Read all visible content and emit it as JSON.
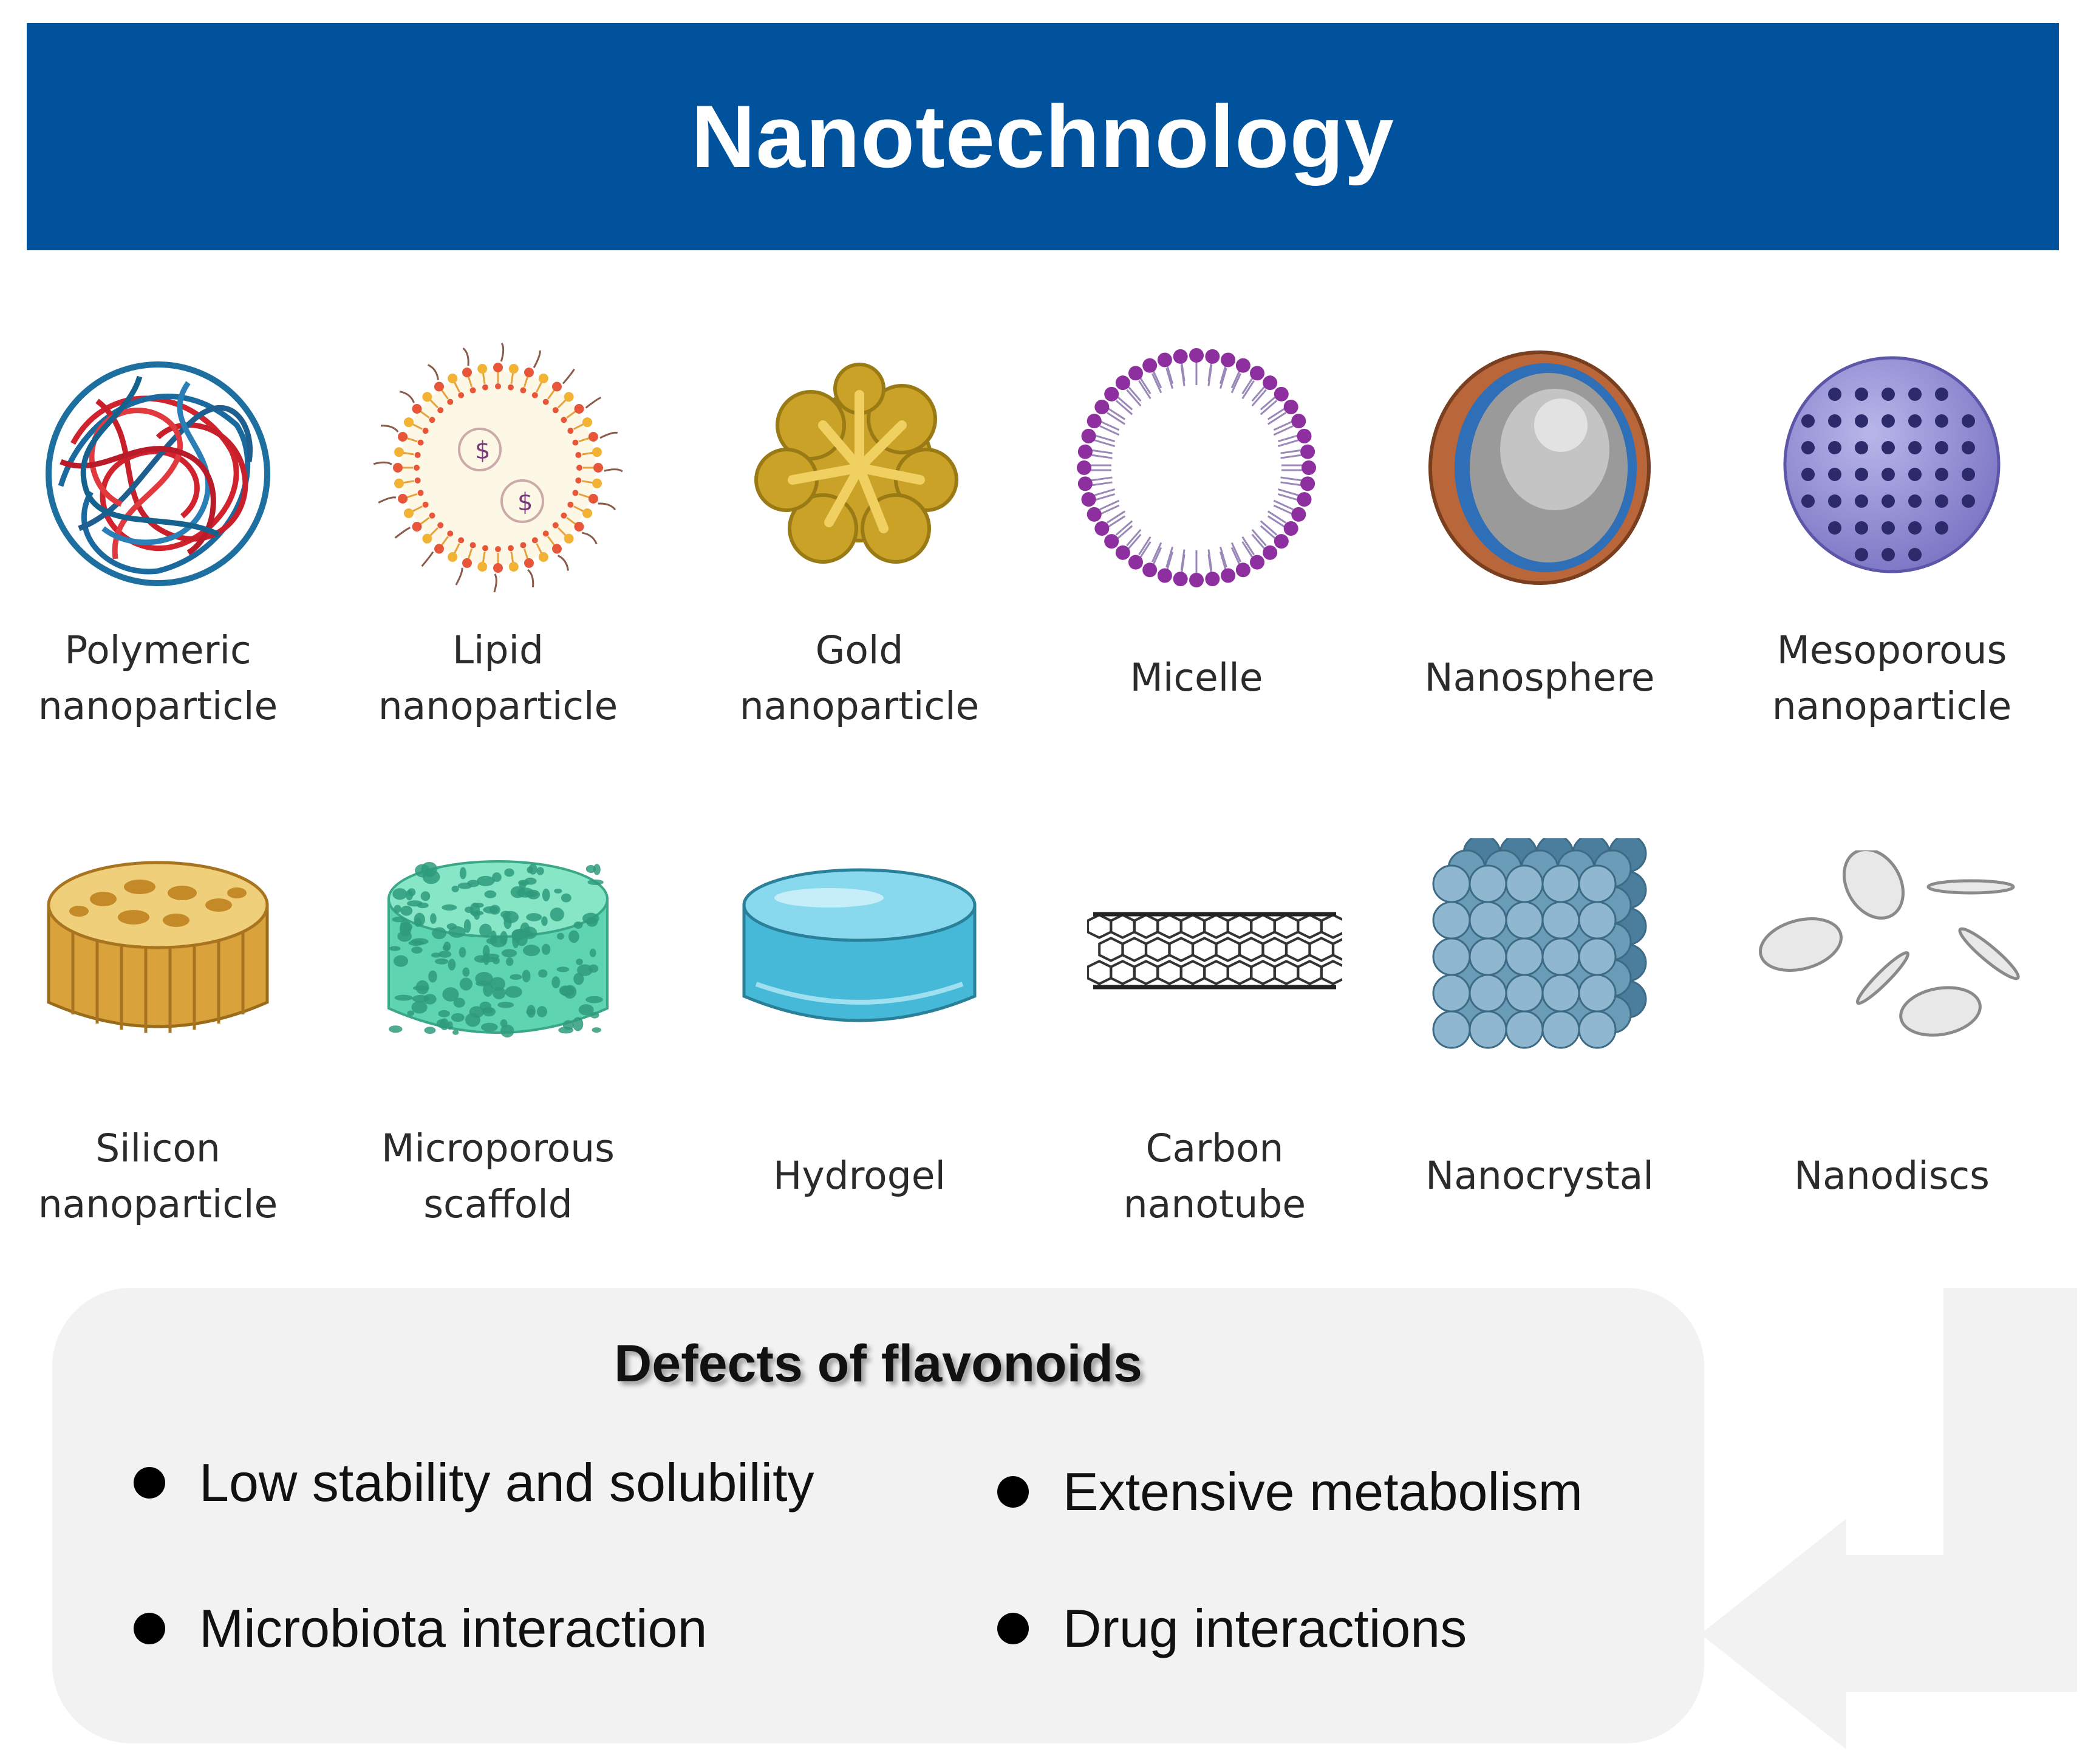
{
  "header": {
    "title": "Nanotechnology"
  },
  "nanomaterials": [
    {
      "label": "Polymeric\nnanoparticle",
      "icon": "polymeric-nanoparticle-icon"
    },
    {
      "label": "Lipid\nnanoparticle",
      "icon": "lipid-nanoparticle-icon"
    },
    {
      "label": "Gold\nnanoparticle",
      "icon": "gold-nanoparticle-icon"
    },
    {
      "label": "Micelle",
      "icon": "micelle-icon"
    },
    {
      "label": "Nanosphere",
      "icon": "nanosphere-icon"
    },
    {
      "label": "Mesoporous\nnanoparticle",
      "icon": "mesoporous-nanoparticle-icon"
    },
    {
      "label": "Silicon\nnanoparticle",
      "icon": "silicon-nanoparticle-icon"
    },
    {
      "label": "Microporous\nscaffold",
      "icon": "microporous-scaffold-icon"
    },
    {
      "label": "Hydrogel",
      "icon": "hydrogel-icon"
    },
    {
      "label": "Carbon\nnanotube",
      "icon": "carbon-nanotube-icon"
    },
    {
      "label": "Nanocrystal",
      "icon": "nanocrystal-icon"
    },
    {
      "label": "Nanodiscs",
      "icon": "nanodiscs-icon"
    }
  ],
  "defects": {
    "title": "Defects of flavonoids",
    "items": [
      "Low stability and solubility",
      "Extensive metabolism",
      "Microbiota interaction",
      "Drug interactions"
    ]
  },
  "colors": {
    "banner": "#00529c",
    "panel": "#f2f2f2",
    "arrow": "#f2f2f2"
  }
}
